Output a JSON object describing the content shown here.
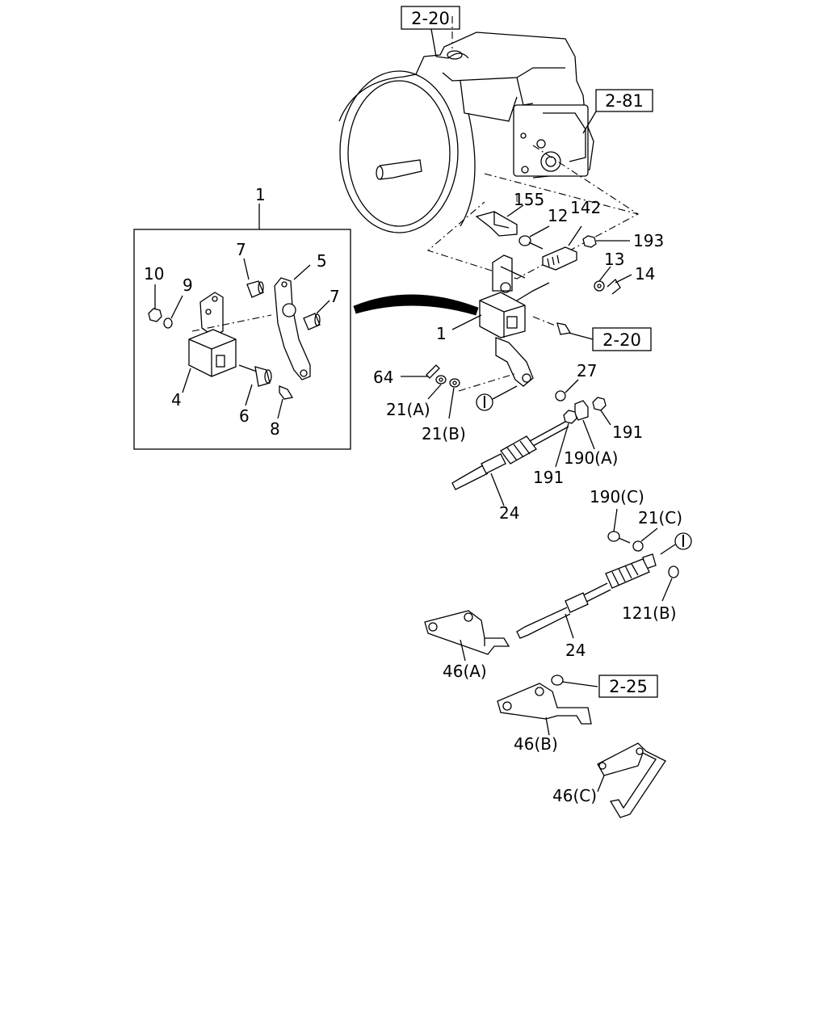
{
  "references": [
    {
      "id": "ref-2-20-top",
      "text": "2-20"
    },
    {
      "id": "ref-2-81",
      "text": "2-81"
    },
    {
      "id": "ref-2-20-mid",
      "text": "2-20"
    },
    {
      "id": "ref-2-25",
      "text": "2-25"
    }
  ],
  "part_labels": {
    "p1_inset": "1",
    "p1_main": "1",
    "p4": "4",
    "p5": "5",
    "p6": "6",
    "p7a": "7",
    "p7b": "7",
    "p8": "8",
    "p9": "9",
    "p10": "10",
    "p12": "12",
    "p13": "13",
    "p14": "14",
    "p142": "142",
    "p155": "155",
    "p193": "193",
    "p64": "64",
    "p21a": "21(A)",
    "p21b": "21(B)",
    "p27": "27",
    "p191a": "191",
    "p191b": "191",
    "p190a": "190(A)",
    "p24a": "24",
    "p190c": "190(C)",
    "p21c": "21(C)",
    "p121b": "121(B)",
    "p24b": "24",
    "p46a": "46(A)",
    "p46b": "46(B)",
    "p46c": "46(C)"
  },
  "connector_marks": {
    "top": "I",
    "bottom": "I"
  }
}
